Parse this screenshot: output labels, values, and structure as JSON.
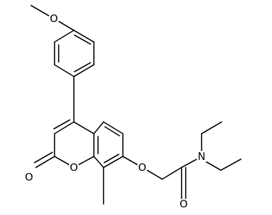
{
  "diagram": {
    "type": "chemical-structure",
    "atoms": {
      "methoxy_o": "O",
      "carbonyl_o_lactone": "O",
      "ring_o": "O",
      "ether_o": "O",
      "amide_n": "N",
      "amide_o": "O"
    }
  }
}
